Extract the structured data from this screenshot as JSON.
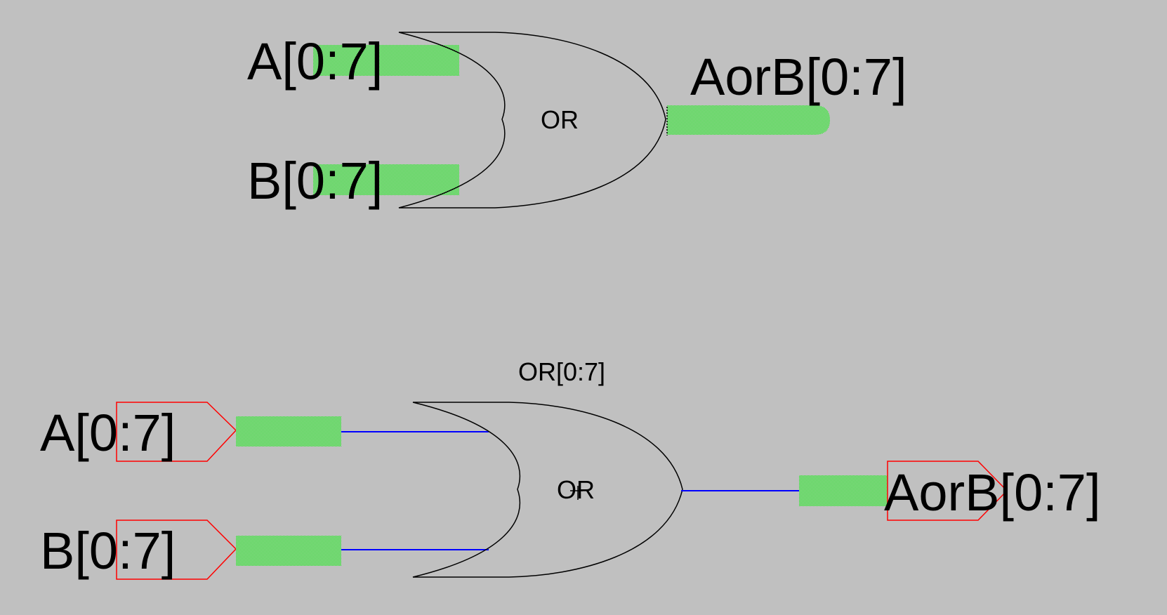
{
  "colors": {
    "background": "#c0c0c0",
    "bus": "#22ee22",
    "wire": "#0000ff",
    "port_outline": "#ff0000",
    "gate_outline": "#000000",
    "text": "#000000"
  },
  "top_circuit": {
    "inputs": [
      {
        "label": "A[0:7]"
      },
      {
        "label": "B[0:7]"
      }
    ],
    "gate": {
      "type": "OR",
      "label": "OR"
    },
    "output": {
      "label": "AorB[0:7]"
    }
  },
  "bottom_circuit": {
    "inputs": [
      {
        "label": "A[0:7]"
      },
      {
        "label": "B[0:7]"
      }
    ],
    "gate": {
      "type": "OR",
      "label": "OR",
      "instance_name": "OR[0:7]"
    },
    "output": {
      "label": "AorB[0:7]"
    }
  }
}
